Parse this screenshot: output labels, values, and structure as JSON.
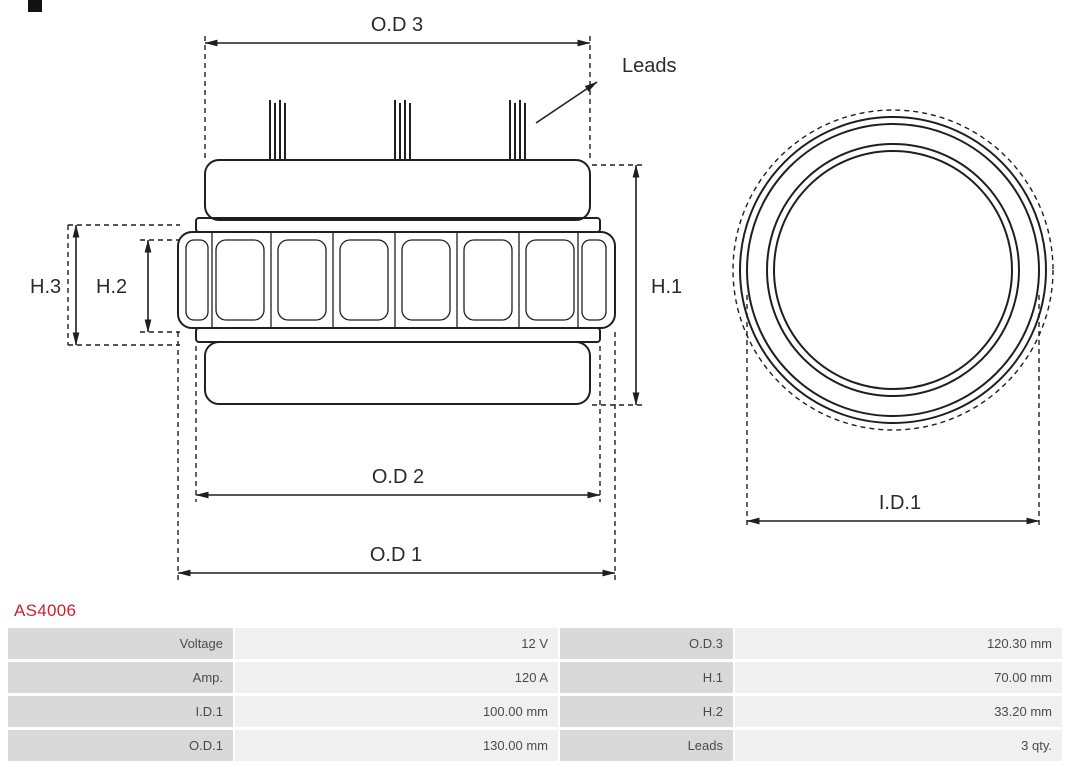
{
  "part_number": "AS4006",
  "colors": {
    "accent_red": "#cc2229",
    "line": "#1f1f1f",
    "table_label_bg": "#d9d9d9",
    "table_value_bg": "#f0f0f0"
  },
  "diagram": {
    "labels": {
      "od3": "O.D 3",
      "od2": "O.D 2",
      "od1": "O.D 1",
      "h1": "H.1",
      "h2": "H.2",
      "h3": "H.3",
      "leads": "Leads",
      "id1": "I.D.1"
    }
  },
  "table": {
    "rows": [
      {
        "left_label": "Voltage",
        "left_value": "12 V",
        "right_label": "O.D.3",
        "right_value": "120.30 mm"
      },
      {
        "left_label": "Amp.",
        "left_value": "120 A",
        "right_label": "H.1",
        "right_value": "70.00 mm"
      },
      {
        "left_label": "I.D.1",
        "left_value": "100.00 mm",
        "right_label": "H.2",
        "right_value": "33.20 mm"
      },
      {
        "left_label": "O.D.1",
        "left_value": "130.00 mm",
        "right_label": "Leads",
        "right_value": "3 qty."
      }
    ]
  }
}
